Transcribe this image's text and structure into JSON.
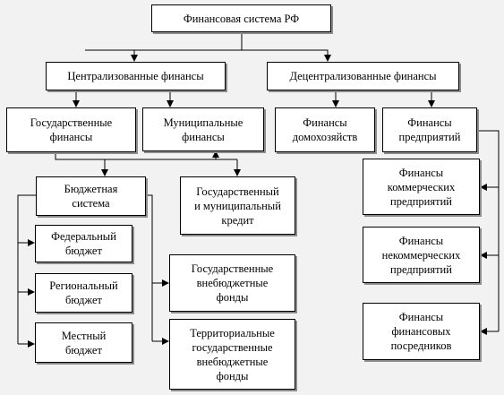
{
  "diagram": {
    "colors": {
      "background": "#f2f2f2",
      "box_fill": "#ffffff",
      "box_border": "#000000",
      "shadow": "#8c8c8c",
      "line": "#000000"
    },
    "nodes": {
      "root": "Финансовая система РФ",
      "centralized": "Централизованные финансы",
      "decentralized": "Децентрализованные финансы",
      "state": "Государственные\nфинансы",
      "municipal": "Муниципальные\nфинансы",
      "households": "Финансы\nдомохозяйств",
      "enterprises": "Финансы\nпредприятий",
      "budget_system": "Бюджетная\nсистема",
      "credit": "Государственный\nи муниципальный\nкредит",
      "federal": "Федеральный\nбюджет",
      "regional": "Региональный\nбюджет",
      "local": "Местный\nбюджет",
      "offbudget": "Государственные\nвнебюджетные\nфонды",
      "territorial": "Территориальные\nгосударственные\nвнебюджетные\nфонды",
      "commercial": "Финансы\nкоммерческих\nпредприятий",
      "noncommercial": "Финансы\nнекоммерческих\nпредприятий",
      "intermediaries": "Финансы\nфинансовых\nпосредников"
    }
  }
}
